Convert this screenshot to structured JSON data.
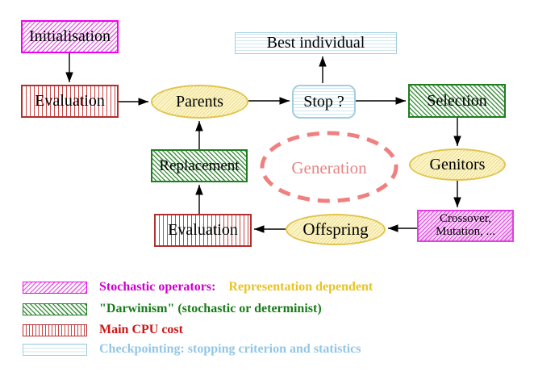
{
  "nodes": {
    "initialisation": "Initialisation",
    "evaluation_top": "Evaluation",
    "parents": "Parents",
    "stop": "Stop ?",
    "best_individual": "Best individual",
    "selection": "Selection",
    "genitors": "Genitors",
    "crossover_line1": "Crossover,",
    "crossover_line2": "Mutation, ...",
    "offspring": "Offspring",
    "evaluation_bottom": "Evaluation",
    "replacement": "Replacement",
    "generation": "Generation"
  },
  "legend": {
    "stochastic_label": "Stochastic operators:",
    "stochastic_label2": "Representation dependent",
    "darwinism_label": "\"Darwinism\" (stochastic or determinist)",
    "cpu_label": "Main CPU cost",
    "checkpoint_label": "Checkpointing: stopping criterion and statistics"
  },
  "colors": {
    "stochastic_magenta": "#ee00ee",
    "representation_gold": "#e8c325",
    "darwinism_green": "#1a7a1a",
    "cpu_red": "#cc1616",
    "checkpoint_blue": "#92c6e6",
    "operator_yellow": "#e2c44e",
    "generation_coral": "#f08080",
    "arrow_black": "#000000"
  }
}
